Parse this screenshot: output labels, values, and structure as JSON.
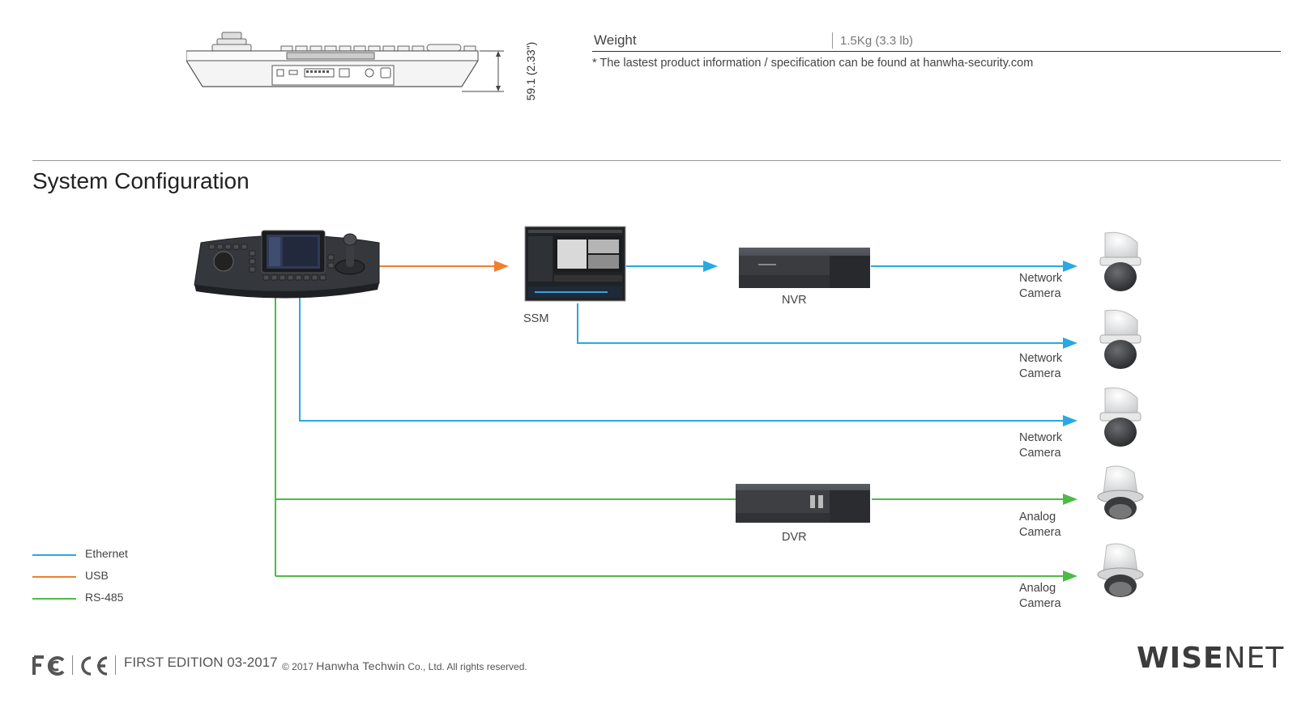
{
  "spec": {
    "label": "Weight",
    "value": "1.5Kg (3.3 lb)",
    "note": "* The lastest product information / specification can be found at hanwha-security.com"
  },
  "dimension_label": "59.1 (2.33\")",
  "section_title": "System Configuration",
  "devices": {
    "ssm": "SSM",
    "nvr": "NVR",
    "dvr": "DVR"
  },
  "cameras": [
    {
      "line1": "Network",
      "line2": "Camera"
    },
    {
      "line1": "Network",
      "line2": "Camera"
    },
    {
      "line1": "Network",
      "line2": "Camera"
    },
    {
      "line1": "Analog",
      "line2": "Camera"
    },
    {
      "line1": "Analog",
      "line2": "Camera"
    }
  ],
  "legend": [
    {
      "label": "Ethernet",
      "color": "#29a9e1"
    },
    {
      "label": "USB",
      "color": "#f07f2e"
    },
    {
      "label": "RS-485",
      "color": "#4cbb47"
    }
  ],
  "footer": {
    "certifications": [
      "FC",
      "CE"
    ],
    "edition": "FIRST EDITION 03-2017",
    "copyright_prefix": "© 2017",
    "copyright_brand": "Hanwha Techwin",
    "copyright_suffix": "Co., Ltd. All rights reserved.",
    "logo_bold": "WISE",
    "logo_light": "NET"
  },
  "colors": {
    "ethernet": "#29a9e1",
    "usb": "#f07f2e",
    "rs485": "#4cbb47"
  }
}
